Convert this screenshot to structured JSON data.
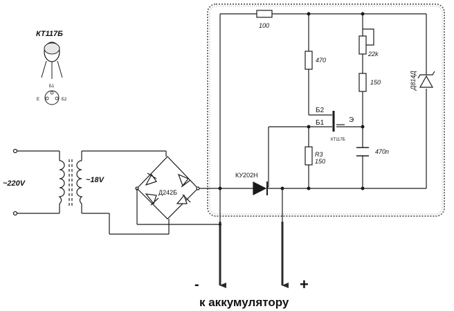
{
  "diagram": {
    "colors": {
      "line": "#1a1a1a",
      "frame": "#6a6a6a",
      "background": "#ffffff"
    },
    "transistor_inset": {
      "title": "КТ117Б",
      "pin_labels": {
        "b1": "Б1",
        "e": "Е",
        "b2": "Б2"
      }
    },
    "supply": {
      "mains_label": "~220V",
      "secondary_label": "~18V",
      "bridge_label": "Д242Б"
    },
    "components": {
      "r_top": "100",
      "r_470": "470",
      "pot_22k": "22k",
      "r_150_top": "150",
      "zener": "Д814Д",
      "b2_label": "Б2",
      "b1_label": "Б1",
      "emitter_label": "Э",
      "ujt_label": "КТ117Б",
      "r3_name": "R3",
      "r3_value": "150",
      "cap": "470n",
      "thyristor": "КУ202Н"
    },
    "battery": {
      "minus": "-",
      "plus": "+",
      "caption": "к аккумулятору"
    }
  }
}
